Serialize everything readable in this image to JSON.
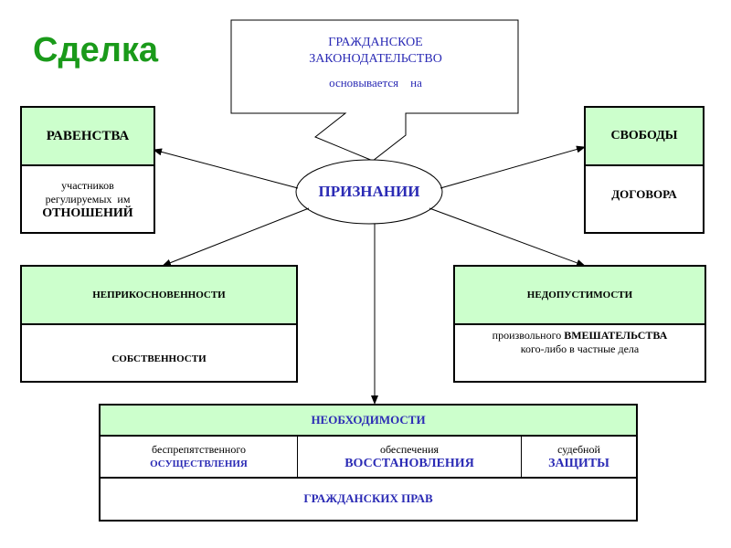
{
  "title": "Сделка",
  "callout": {
    "line1": "ГРАЖДАНСКОЕ",
    "line2": "ЗАКОНОДАТЕЛЬСТВО",
    "line3": "основывается    на"
  },
  "center": "ПРИЗНАНИИ",
  "ravenstva": {
    "head": "РАВЕНСТВА",
    "line1": "участников",
    "line2": "регулируемых  им",
    "line3": "ОТНОШЕНИЙ"
  },
  "svobody": {
    "head": "СВОБОДЫ",
    "body": "ДОГОВОРА"
  },
  "neprikosnovennosti": {
    "head": "НЕПРИКОСНОВЕННОСТИ",
    "body": "СОБСТВЕННОСТИ"
  },
  "nedopustimosti": {
    "head": "НЕДОПУСТИМОСТИ",
    "line1_prefix": "произвольного",
    "line1_bold": "ВМЕШАТЕЛЬСТВА",
    "line2": "кого-либо в частные дела"
  },
  "neobhodimosti": {
    "head": "НЕОБХОДИМОСТИ",
    "cells": [
      {
        "top": "беспрепятственного",
        "bottom": "ОСУЩЕСТВЛЕНИЯ"
      },
      {
        "top": "обеспечения",
        "bottom": "ВОССТАНОВЛЕНИЯ"
      },
      {
        "top": "судебной",
        "bottom": "ЗАЩИТЫ"
      }
    ],
    "footer": "ГРАЖДАНСКИХ ПРАВ"
  }
}
